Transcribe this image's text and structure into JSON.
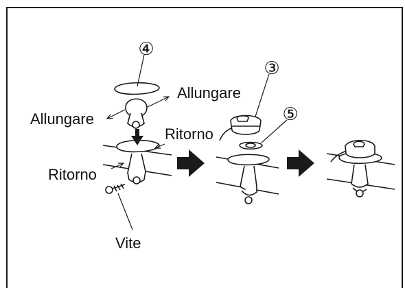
{
  "labels": {
    "allungare_left": "Allungare",
    "allungare_right": "Allungare",
    "ritorno_top": "Ritorno",
    "ritorno_left": "Ritorno",
    "vite": "Vite"
  },
  "part_numbers": {
    "p4": "④",
    "p3": "③",
    "p5": "⑤"
  },
  "colors": {
    "line": "#1a1a1a",
    "fill": "#ffffff",
    "arrow": "#1a1a1a"
  }
}
